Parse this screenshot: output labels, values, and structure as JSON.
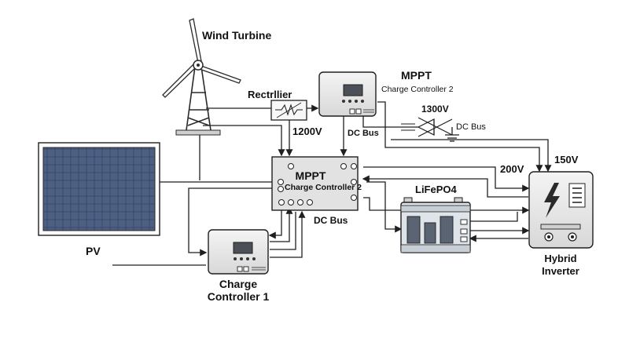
{
  "labels": {
    "wind_turbine": "Wind Turbine",
    "rectifier": "Rectrllier",
    "mppt2_title": "MPPT",
    "mppt2_sub": "Charge Controller 2",
    "v1300": "1300V",
    "dc_bus_right": "DC Bus",
    "v1200": "1200V",
    "dc_bus_mid": "DC Bus",
    "mppt_main_title": "MPPT",
    "mppt_main_sub": "Charge Controller 2",
    "v200": "200V",
    "v150": "150V",
    "lifepo4": "LiFePO4",
    "dc_bus_bottom": "DC Bus",
    "pv": "PV",
    "cc1_line1": "Charge",
    "cc1_line2": "Controller 1",
    "inverter_line1": "Hybrid",
    "inverter_line2": "Inverter"
  },
  "icons": {
    "wind": "wind-turbine-icon",
    "solar": "solar-panel-icon",
    "rectifier": "rectifier-icon",
    "controller": "charge-controller-icon",
    "battery": "battery-icon",
    "inverter": "inverter-icon",
    "ground": "ground-icon",
    "diode": "diode-icon"
  },
  "colors": {
    "line": "#1f1f1f",
    "panel_cell": "#3a4a66",
    "device_fill": "#e6e6e6",
    "screen": "#4a4f58",
    "battery_cell": "#5b6472"
  }
}
